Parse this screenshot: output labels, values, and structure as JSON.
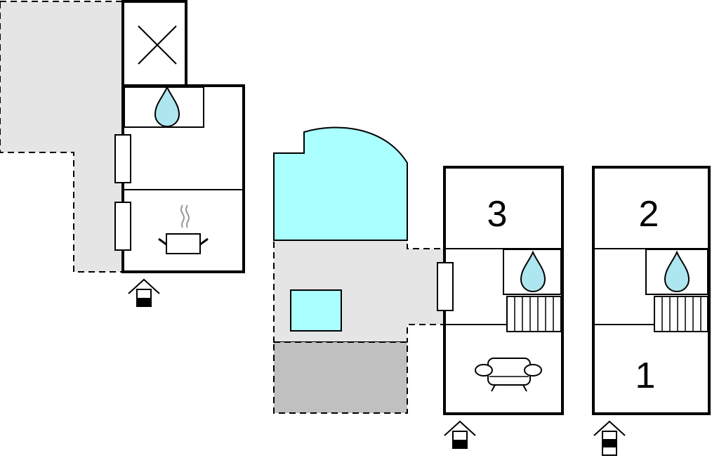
{
  "floor_plan": {
    "room_numbers": {
      "room_3": "3",
      "room_2": "2",
      "room_1": "1"
    },
    "icons": [
      "no-access-cross-icon",
      "water-drop-icon",
      "cooking-pot-icon",
      "sofa-icon",
      "staircase-icon",
      "house-floor-indicator-icon",
      "window-icon"
    ],
    "colors": {
      "wall": "#000000",
      "outdoor_area": "#e5e5e5",
      "covered_area": "#c0c0c0",
      "pool": "#aaffff",
      "water_drop": "#aee6f0"
    }
  }
}
